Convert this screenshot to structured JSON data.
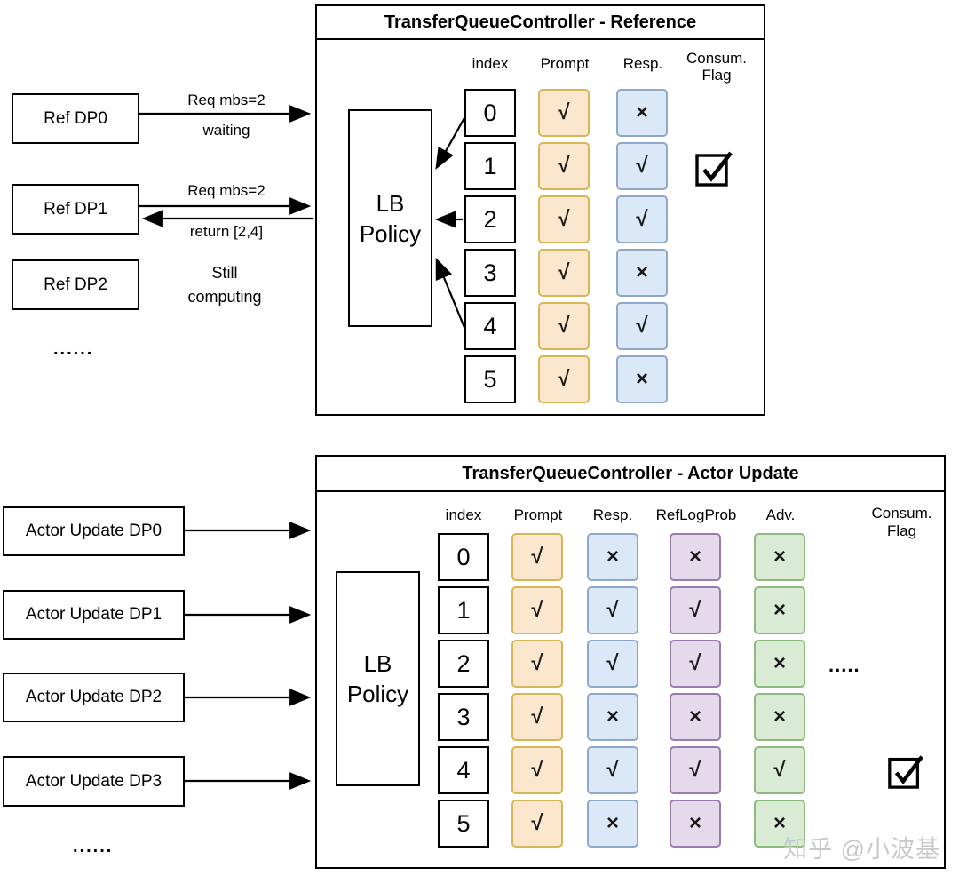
{
  "top_panel": {
    "title": "TransferQueueController - Reference",
    "lb_label": "LB Policy",
    "headers": {
      "index": "index",
      "prompt": "Prompt",
      "resp": "Resp.",
      "consum": "Consum.",
      "flag": "Flag"
    },
    "index": [
      "0",
      "1",
      "2",
      "3",
      "4",
      "5"
    ],
    "prompt": [
      "√",
      "√",
      "√",
      "√",
      "√",
      "√"
    ],
    "resp": [
      "×",
      "√",
      "√",
      "×",
      "√",
      "×"
    ],
    "consum_flag_icon": "checked-checkbox-icon"
  },
  "bottom_panel": {
    "title": "TransferQueueController - Actor Update",
    "lb_label": "LB Policy",
    "headers": {
      "index": "index",
      "prompt": "Prompt",
      "resp": "Resp.",
      "reflogprob": "RefLogProb",
      "adv": "Adv.",
      "consum": "Consum.",
      "flag": "Flag"
    },
    "index": [
      "0",
      "1",
      "2",
      "3",
      "4",
      "5"
    ],
    "prompt": [
      "√",
      "√",
      "√",
      "√",
      "√",
      "√"
    ],
    "resp": [
      "×",
      "√",
      "√",
      "×",
      "√",
      "×"
    ],
    "reflogprob": [
      "×",
      "√",
      "√",
      "×",
      "√",
      "×"
    ],
    "adv": [
      "×",
      "×",
      "×",
      "×",
      "√",
      "×"
    ],
    "more_dots": ".....",
    "consum_flag_icon": "checked-checkbox-icon"
  },
  "left_top": {
    "boxes": [
      "Ref DP0",
      "Ref DP1",
      "Ref DP2"
    ],
    "dp0_arrow_label_top": "Req mbs=2",
    "dp0_arrow_label_bottom": "waiting",
    "dp1_arrow_label_top": "Req mbs=2",
    "dp1_arrow_label_bottom": "return [2,4]",
    "dp2_status": "Still computing",
    "dots": "......"
  },
  "left_bottom": {
    "boxes": [
      "Actor Update DP0",
      "Actor Update DP1",
      "Actor Update DP2",
      "Actor Update DP3"
    ],
    "dots": "......"
  },
  "watermark": "知乎 @小波基",
  "colors": {
    "prompt_fill": "#fbe7ce",
    "prompt_border": "#d6b656",
    "resp_fill": "#dbe8f8",
    "resp_border": "#8fa8c6",
    "reflogprob_fill": "#e5d9ec",
    "reflogprob_border": "#9a7bab",
    "adv_fill": "#d9ead5",
    "adv_border": "#8cba7f",
    "line": "#000000",
    "watermark_gray": "#c9c9c9"
  }
}
